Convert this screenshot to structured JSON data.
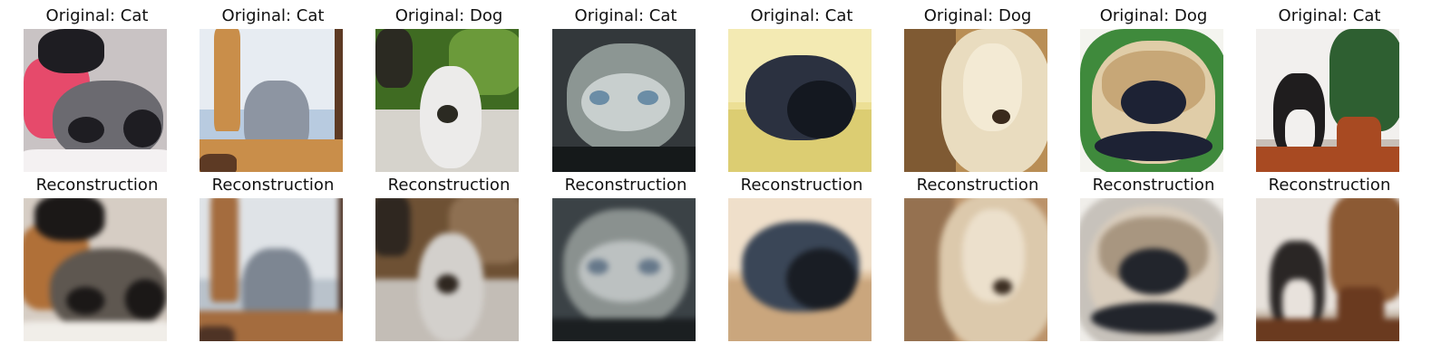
{
  "samples": [
    {
      "original_title": "Original: Cat",
      "reconstruction_title": "Reconstruction",
      "colors": {
        "background": "#c9c3c4",
        "accent": "#e64a6b",
        "subject": "#6b6a70",
        "dark": "#1e1d22",
        "light": "#f4f1f2"
      },
      "recon_colors": {
        "background": "#d6cdc4",
        "accent": "#b07038",
        "subject": "#5e5750",
        "dark": "#1b1817",
        "light": "#f1eee9"
      }
    },
    {
      "original_title": "Original: Cat",
      "reconstruction_title": "Reconstruction",
      "colors": {
        "background": "#b8cbe0",
        "accent": "#c98e4a",
        "subject": "#8d95a2",
        "dark": "#5d3a24",
        "light": "#e7ecf2"
      },
      "recon_colors": {
        "background": "#b9c2cb",
        "accent": "#a46c3e",
        "subject": "#7d8692",
        "dark": "#4e3325",
        "light": "#dfe3e7"
      }
    },
    {
      "original_title": "Original: Dog",
      "reconstruction_title": "Reconstruction",
      "colors": {
        "background": "#3f6b22",
        "accent": "#6b9a3a",
        "subject": "#ecebea",
        "dark": "#2b2a22",
        "light": "#d6d3cc"
      },
      "recon_colors": {
        "background": "#6e5134",
        "accent": "#8e7052",
        "subject": "#d3d0cc",
        "dark": "#2f2720",
        "light": "#c3bdb6"
      }
    },
    {
      "original_title": "Original: Cat",
      "reconstruction_title": "Reconstruction",
      "colors": {
        "background": "#33383b",
        "accent": "#6b8da6",
        "subject": "#8c9693",
        "dark": "#15191a",
        "light": "#c8cfce"
      },
      "recon_colors": {
        "background": "#3b4246",
        "accent": "#66788a",
        "subject": "#8a918f",
        "dark": "#1b1f21",
        "light": "#bcc1c1"
      }
    },
    {
      "original_title": "Original: Cat",
      "reconstruction_title": "Reconstruction",
      "colors": {
        "background": "#ecdf95",
        "accent": "#dccd72",
        "subject": "#2b3140",
        "dark": "#141820",
        "light": "#f3eab3"
      },
      "recon_colors": {
        "background": "#dec2a0",
        "accent": "#caa67d",
        "subject": "#3a4657",
        "dark": "#191d24",
        "light": "#efdfca"
      }
    },
    {
      "original_title": "Original: Dog",
      "reconstruction_title": "Reconstruction",
      "colors": {
        "background": "#b98e55",
        "accent": "#7f5a33",
        "subject": "#e9dcbf",
        "dark": "#3a2a1c",
        "light": "#f3ead4"
      },
      "recon_colors": {
        "background": "#bb9269",
        "accent": "#957150",
        "subject": "#dcc9ac",
        "dark": "#3d2f23",
        "light": "#ece0cc"
      }
    },
    {
      "original_title": "Original: Dog",
      "reconstruction_title": "Reconstruction",
      "colors": {
        "background": "#3f8a3c",
        "accent": "#c7a777",
        "subject": "#e0cda8",
        "dark": "#1d2234",
        "light": "#f4f4ef"
      },
      "recon_colors": {
        "background": "#c7c2bb",
        "accent": "#a89680",
        "subject": "#d9cdbd",
        "dark": "#22252c",
        "light": "#f0eeea"
      }
    },
    {
      "original_title": "Original: Cat",
      "reconstruction_title": "Reconstruction",
      "colors": {
        "background": "#c8bfb7",
        "accent": "#2e5f31",
        "subject": "#1f1d1e",
        "dark": "#a84a22",
        "light": "#f2f0ee"
      },
      "recon_colors": {
        "background": "#cbbeb0",
        "accent": "#8c5a34",
        "subject": "#2a2625",
        "dark": "#6a3a1f",
        "light": "#e8e2dc"
      }
    }
  ]
}
